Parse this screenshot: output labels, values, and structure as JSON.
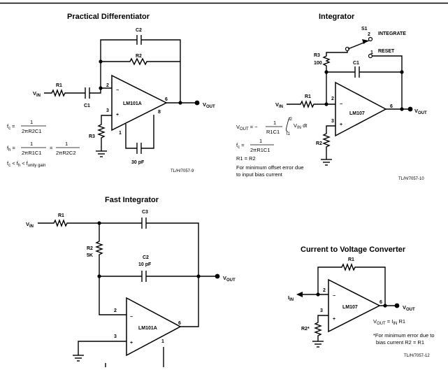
{
  "differentiator": {
    "title": "Practical Differentiator",
    "c2": "C2",
    "r2": "R2",
    "r1": "R1",
    "c1": "C1",
    "r3": "R3",
    "vin": "V",
    "vin_sub": "IN",
    "vout": "V",
    "vout_sub": "OUT",
    "opamp": "LM101A",
    "pin2": "2",
    "pin3": "3",
    "pin6": "6",
    "pin8": "8",
    "pin1": "1",
    "cap30": "30 pF",
    "eq_fc_lhs": "f",
    "eq_fc_sub": "c",
    "eq_fc_num": "1",
    "eq_fc_den": "2πR2C1",
    "eq_fh_lhs": "f",
    "eq_fh_sub": "h",
    "eq_fh_num1": "1",
    "eq_fh_den1": "2πR1C1",
    "eq_fh_num2": "1",
    "eq_fh_den2": "2πR2C2",
    "eq_cond": "f",
    "eq_cond_sub1": "c",
    "eq_cond_mid": "< f",
    "eq_cond_sub2": "h",
    "eq_cond_end": "< f",
    "eq_cond_sub3": "unity gain",
    "ref": "TL/H/7057-9"
  },
  "integrator": {
    "title": "Integrator",
    "s1": "S1",
    "integrate_num": "2",
    "integrate": "INTEGRATE",
    "reset_num": "1",
    "reset": "RESET",
    "r3": "R3",
    "r3_val": "100",
    "c1": "C1",
    "r1": "R1",
    "r2": "R2",
    "vin": "V",
    "vin_sub": "IN",
    "vout": "V",
    "vout_sub": "OUT",
    "opamp": "LM107",
    "pin2": "2",
    "pin3": "3",
    "pin6": "6",
    "eq_vout": "V",
    "eq_vout_sub": "OUT",
    "eq_vout_eq": "= −",
    "eq_vout_num": "1",
    "eq_vout_den": "R1C1",
    "eq_int_upper": "t2",
    "eq_int_lower": "t1",
    "eq_int_body": "V",
    "eq_int_body_sub": "IN",
    "eq_int_dt": "dt",
    "eq_fc": "f",
    "eq_fc_sub": "c",
    "eq_fc_num": "1",
    "eq_fc_den": "2πR1C1",
    "eq_r": "R1 = R2",
    "note1": "For minimum offset error due",
    "note2": "to input bias current",
    "ref": "TL/H/7057-10"
  },
  "fast_integrator": {
    "title": "Fast Integrator",
    "r1": "R1",
    "c3": "C3",
    "r2": "R2",
    "r2_val": "5K",
    "c2": "C2",
    "c2_val": "10 pF",
    "vin": "V",
    "vin_sub": "IN",
    "vout": "V",
    "vout_sub": "OUT",
    "opamp": "LM101A",
    "pin2": "2",
    "pin3": "3",
    "pin6": "6",
    "pin1": "1"
  },
  "iv_converter": {
    "title": "Current to Voltage Converter",
    "r1": "R1",
    "r2": "R2*",
    "iin": "I",
    "iin_sub": "IN",
    "vout": "V",
    "vout_sub": "OUT",
    "opamp": "LM107",
    "pin2": "2",
    "pin3": "3",
    "pin6": "6",
    "eq": "V",
    "eq_sub": "OUT",
    "eq_rest": "= I",
    "eq_rest_sub": "IN",
    "eq_end": "R1",
    "note1": "*For minimum error due to",
    "note2": "bias current R2 = R1",
    "ref": "TL/H/7057-12"
  }
}
